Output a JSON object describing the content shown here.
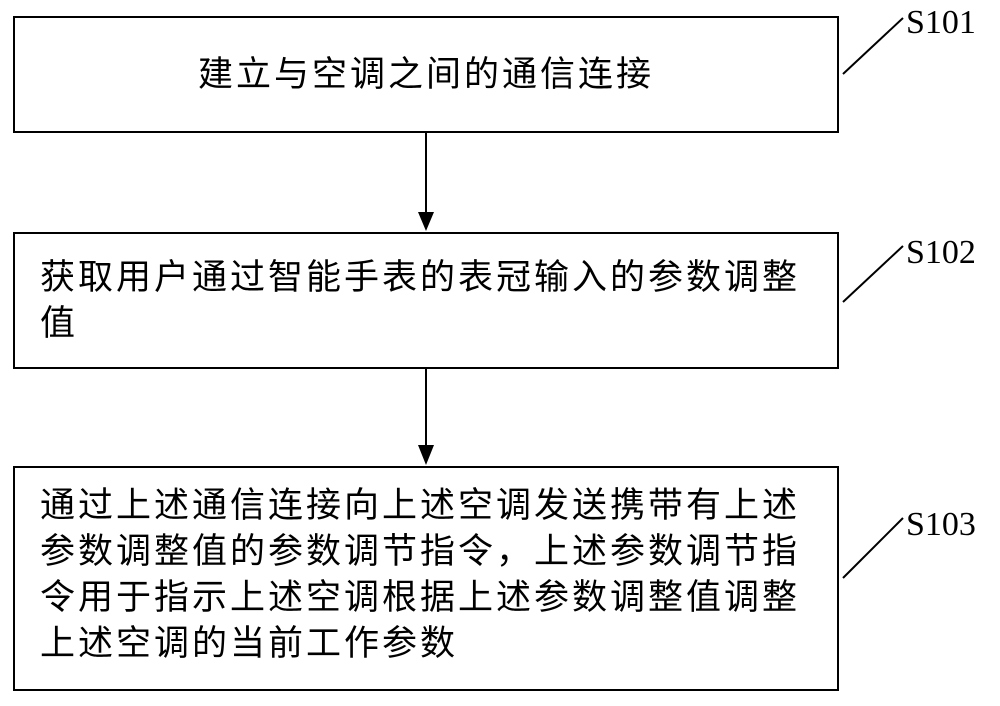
{
  "steps": [
    {
      "id": "S101",
      "text": "建立与空调之间的通信连接"
    },
    {
      "id": "S102",
      "text": "获取用户通过智能手表的表冠输入的参数调整\n值"
    },
    {
      "id": "S103",
      "text": "通过上述通信连接向上述空调发送携带有上述\n参数调整值的参数调节指令，上述参数调节指\n令用于指示上述空调根据上述参数调整值调整\n上述空调的当前工作参数"
    }
  ]
}
